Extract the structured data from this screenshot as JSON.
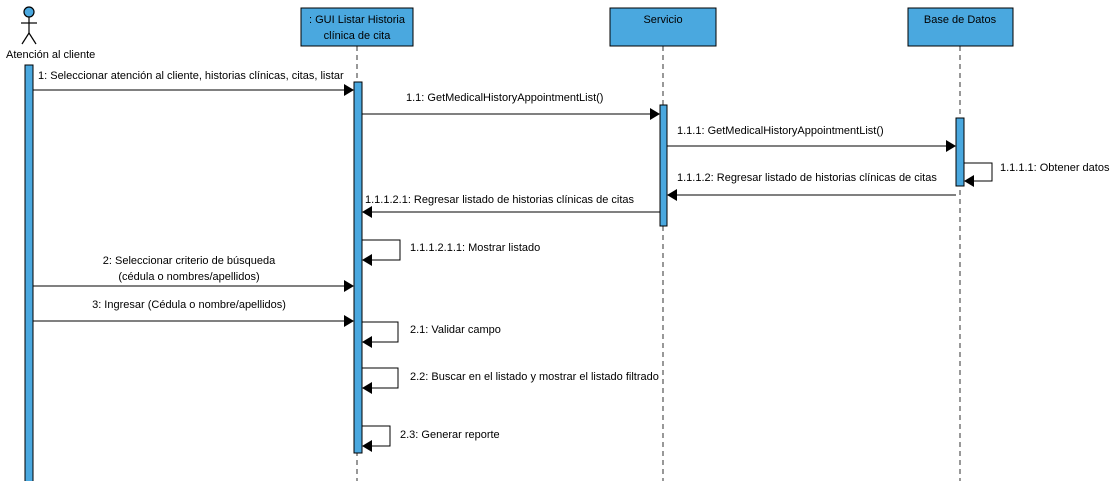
{
  "actor": {
    "name": "Atención al cliente"
  },
  "lifelines": {
    "gui": {
      "line1": ": GUI Listar Historia",
      "line2": "clínica de cita"
    },
    "servicio": {
      "label": "Servicio"
    },
    "db": {
      "label": "Base de Datos"
    }
  },
  "messages": {
    "m1": "1: Seleccionar atención al cliente, historias clínicas, citas, listar",
    "m1_1": "1.1: GetMedicalHistoryAppointmentList()",
    "m1_1_1": "1.1.1: GetMedicalHistoryAppointmentList()",
    "m1_1_1_1": "1.1.1.1: Obtener datos",
    "m1_1_1_2": "1.1.1.2: Regresar listado de historias clínicas de citas",
    "m1_1_1_2_1": "1.1.1.2.1: Regresar listado de historias clínicas de citas",
    "m1_1_1_2_1_1": "1.1.1.2.1.1: Mostrar listado",
    "m2_line1": "2: Seleccionar criterio de búsqueda",
    "m2_line2": "(cédula o nombres/apellidos)",
    "m3": "3: Ingresar (Cédula o nombre/apellidos)",
    "m2_1": "2.1: Validar campo",
    "m2_2": "2.2: Buscar en el listado y mostrar el listado filtrado",
    "m2_3": "2.3: Generar reporte"
  }
}
